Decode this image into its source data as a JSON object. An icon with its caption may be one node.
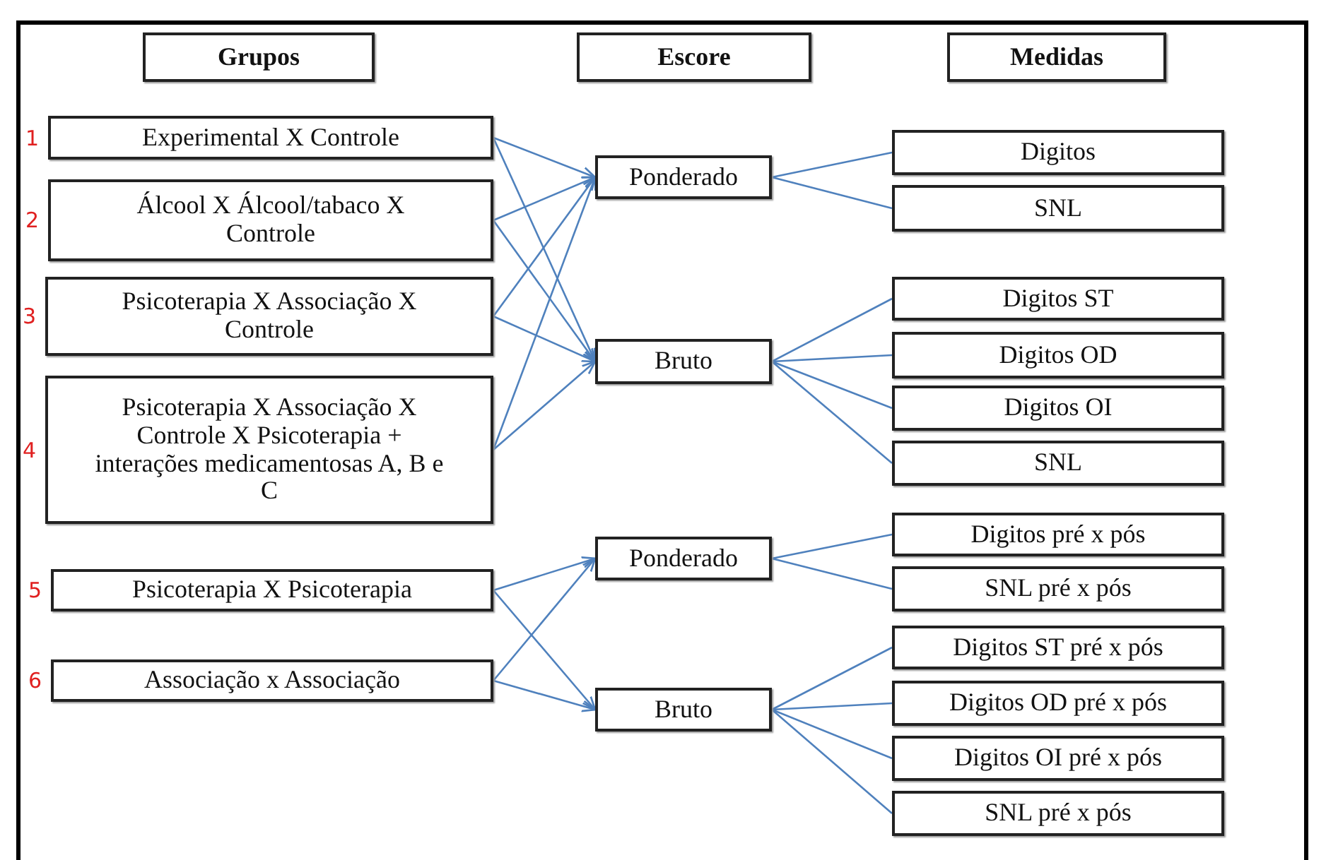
{
  "diagram": {
    "nodes": [
      {
        "text": [
          "Grupos"
        ]
      },
      {
        "text": [
          "Escore"
        ]
      },
      {
        "text": [
          "Medidas"
        ]
      },
      {
        "text": [
          "Experimental  X Controle"
        ],
        "beside": [
          "1"
        ]
      },
      {
        "text": [
          "Álcool X Álcool/tabaco  X Controle"
        ],
        "beside": [
          "2"
        ]
      },
      {
        "text": [
          "Psicoterapia X Associação X Controle"
        ],
        "beside": [
          "3"
        ]
      },
      {
        "text": [
          "Psicoterapia X Associação X Controle X Psicoterapia + interações medicamentosas A, B e C"
        ],
        "beside": [
          "4"
        ]
      },
      {
        "text": [
          "Psicoterapia X Psicoterapia"
        ],
        "beside": [
          "5"
        ]
      },
      {
        "text": [
          "Associação x Associação"
        ],
        "beside": [
          "6"
        ]
      },
      {
        "text": [
          "Ponderado"
        ]
      },
      {
        "text": [
          "Bruto"
        ]
      },
      {
        "text": [
          "Ponderado"
        ]
      },
      {
        "text": [
          "Bruto"
        ]
      },
      {
        "text": [
          "Digitos"
        ]
      },
      {
        "text": [
          "SNL"
        ]
      },
      {
        "text": [
          "Digitos ST"
        ]
      },
      {
        "text": [
          "Digitos OD"
        ]
      },
      {
        "text": [
          "Digitos OI"
        ]
      },
      {
        "text": [
          "SNL"
        ]
      },
      {
        "text": [
          "Digitos pré x pós"
        ]
      },
      {
        "text": [
          "SNL pré x pós"
        ]
      },
      {
        "text": [
          "Digitos ST pré x pós"
        ]
      },
      {
        "text": [
          "Digitos OD pré x pós"
        ]
      },
      {
        "text": [
          "Digitos OI pré x pós"
        ]
      },
      {
        "text": [
          "SNL pré x pós"
        ]
      }
    ],
    "edges": [
      {
        "from": 3,
        "to": 9,
        "arrow": "to"
      },
      {
        "from": 3,
        "to": 10,
        "arrow": "to"
      },
      {
        "from": 4,
        "to": 9,
        "arrow": "to"
      },
      {
        "from": 4,
        "to": 10,
        "arrow": "to"
      },
      {
        "from": 5,
        "to": 9,
        "arrow": "to"
      },
      {
        "from": 5,
        "to": 10,
        "arrow": "to"
      },
      {
        "from": 6,
        "to": 9,
        "arrow": "to"
      },
      {
        "from": 6,
        "to": 10,
        "arrow": "to"
      },
      {
        "from": 7,
        "to": 11,
        "arrow": "to"
      },
      {
        "from": 7,
        "to": 12,
        "arrow": "to"
      },
      {
        "from": 8,
        "to": 11,
        "arrow": "to"
      },
      {
        "from": 8,
        "to": 12,
        "arrow": "to"
      },
      {
        "from": 9,
        "to": 13,
        "arrow": "none"
      },
      {
        "from": 9,
        "to": 14,
        "arrow": "none"
      },
      {
        "from": 10,
        "to": 15,
        "arrow": "none"
      },
      {
        "from": 10,
        "to": 16,
        "arrow": "none"
      },
      {
        "from": 10,
        "to": 17,
        "arrow": "none"
      },
      {
        "from": 10,
        "to": 18,
        "arrow": "none"
      },
      {
        "from": 11,
        "to": 19,
        "arrow": "none"
      },
      {
        "from": 11,
        "to": 20,
        "arrow": "none"
      },
      {
        "from": 12,
        "to": 21,
        "arrow": "none"
      },
      {
        "from": 12,
        "to": 22,
        "arrow": "none"
      },
      {
        "from": 12,
        "to": 23,
        "arrow": "none"
      },
      {
        "from": 12,
        "to": 24,
        "arrow": "none"
      }
    ]
  }
}
